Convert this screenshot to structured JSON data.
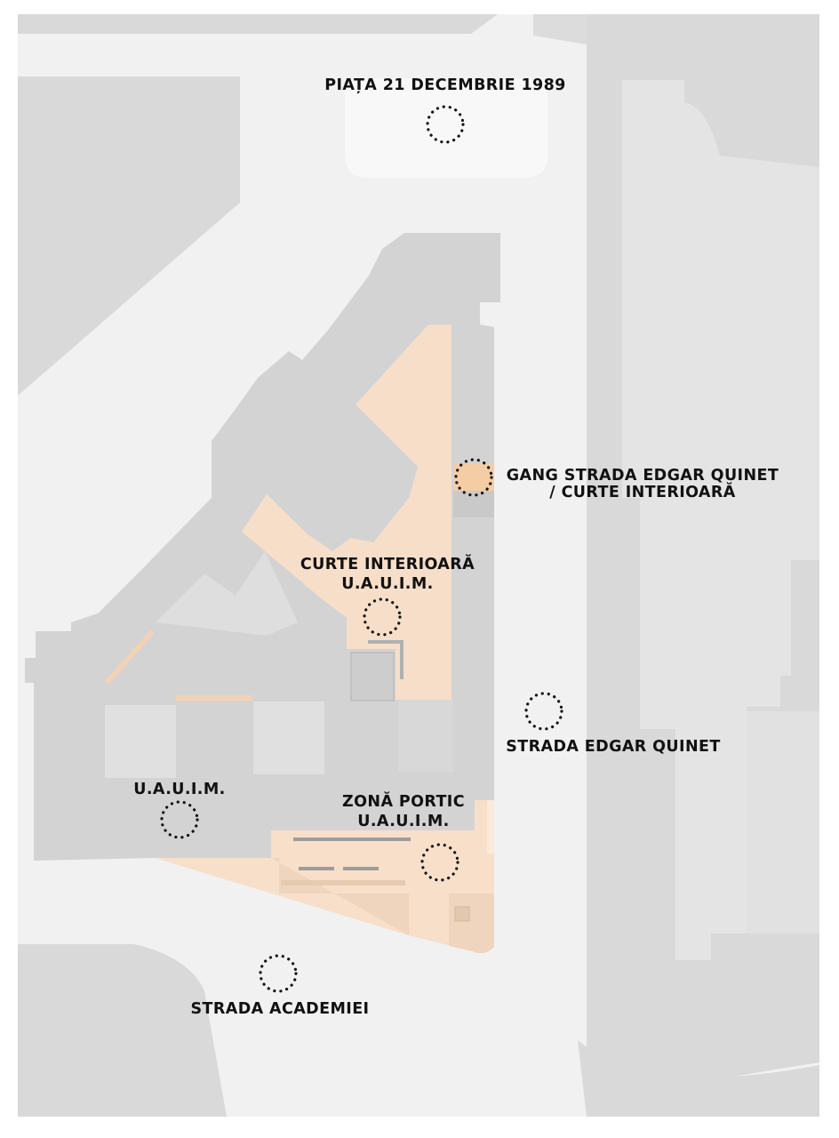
{
  "map": {
    "colors": {
      "background": "#ffffff",
      "street": "#f1f1f1",
      "block": "#d9d9d9",
      "building": "#d3d3d4",
      "building_light": "#e1e1e1",
      "plaza": "#f7f7f7",
      "courtyard": "#f6dec8",
      "courtyard_dark": "#efd9c6",
      "marker": "#111111",
      "label": "#111111"
    },
    "labels": {
      "piata": "PIAȚA 21 DECEMBRIE 1989",
      "gang_line1": "GANG STRADA EDGAR QUINET",
      "gang_line2": "/ CURTE INTERIOARĂ",
      "curte_line1": "CURTE INTERIOARĂ",
      "curte_line2": "U.A.U.I.M.",
      "edgar": "STRADA EDGAR QUINET",
      "uauim": "U.A.U.I.M.",
      "portic_line1": "ZONĂ PORTIC",
      "portic_line2": "U.A.U.I.M.",
      "academiei": "STRADA ACADEMIEI"
    }
  }
}
